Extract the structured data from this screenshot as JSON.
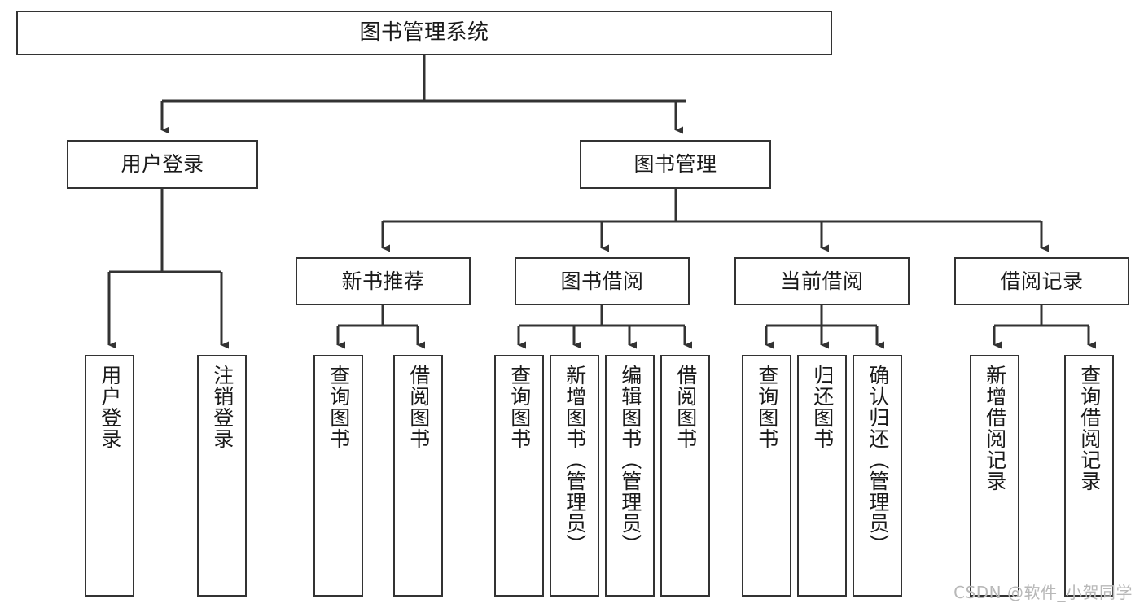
{
  "diagram": {
    "type": "tree",
    "title": "图书管理系统",
    "watermark": "CSDN @软件_小贺同学",
    "colors": {
      "box_border": "#333333",
      "box_fill": "#ffffff",
      "connector": "#333333",
      "text": "#1a1a1a",
      "watermark": "#b8b8b8",
      "background": "#ffffff"
    },
    "nodes": {
      "root": {
        "label": "图书管理系统",
        "orientation": "horizontal",
        "level": 0
      },
      "l1": [
        {
          "id": "user-login",
          "label": "用户登录",
          "orientation": "horizontal",
          "level": 1
        },
        {
          "id": "book-manage",
          "label": "图书管理",
          "orientation": "horizontal",
          "level": 1
        }
      ],
      "l2": [
        {
          "id": "new-book-recommend",
          "label": "新书推荐",
          "orientation": "horizontal",
          "level": 2,
          "parent": "book-manage"
        },
        {
          "id": "book-borrow",
          "label": "图书借阅",
          "orientation": "horizontal",
          "level": 2,
          "parent": "book-manage"
        },
        {
          "id": "current-borrow",
          "label": "当前借阅",
          "orientation": "horizontal",
          "level": 2,
          "parent": "book-manage"
        },
        {
          "id": "borrow-record",
          "label": "借阅记录",
          "orientation": "horizontal",
          "level": 2,
          "parent": "book-manage"
        }
      ],
      "leaves": [
        {
          "id": "leaf-user-login",
          "label": "用户登录",
          "orientation": "vertical",
          "parent": "user-login"
        },
        {
          "id": "leaf-logout-login",
          "label": "注销登录",
          "orientation": "vertical",
          "parent": "user-login"
        },
        {
          "id": "leaf-query-book-1",
          "label": "查询图书",
          "orientation": "vertical",
          "parent": "new-book-recommend"
        },
        {
          "id": "leaf-borrow-book-1",
          "label": "借阅图书",
          "orientation": "vertical",
          "parent": "new-book-recommend"
        },
        {
          "id": "leaf-query-book-2",
          "label": "查询图书",
          "orientation": "vertical",
          "parent": "book-borrow"
        },
        {
          "id": "leaf-add-book",
          "label": "新增图书（管理员）",
          "orientation": "vertical",
          "parent": "book-borrow"
        },
        {
          "id": "leaf-edit-book",
          "label": "编辑图书（管理员）",
          "orientation": "vertical",
          "parent": "book-borrow"
        },
        {
          "id": "leaf-borrow-book-2",
          "label": "借阅图书",
          "orientation": "vertical",
          "parent": "book-borrow"
        },
        {
          "id": "leaf-query-book-3",
          "label": "查询图书",
          "orientation": "vertical",
          "parent": "current-borrow"
        },
        {
          "id": "leaf-return-book",
          "label": "归还图书",
          "orientation": "vertical",
          "parent": "current-borrow"
        },
        {
          "id": "leaf-confirm-return",
          "label": "确认归还（管理员）",
          "orientation": "vertical",
          "parent": "current-borrow"
        },
        {
          "id": "leaf-add-record",
          "label": "新增借阅记录",
          "orientation": "vertical",
          "parent": "borrow-record"
        },
        {
          "id": "leaf-query-record",
          "label": "查询借阅记录",
          "orientation": "vertical",
          "parent": "borrow-record"
        }
      ]
    }
  }
}
